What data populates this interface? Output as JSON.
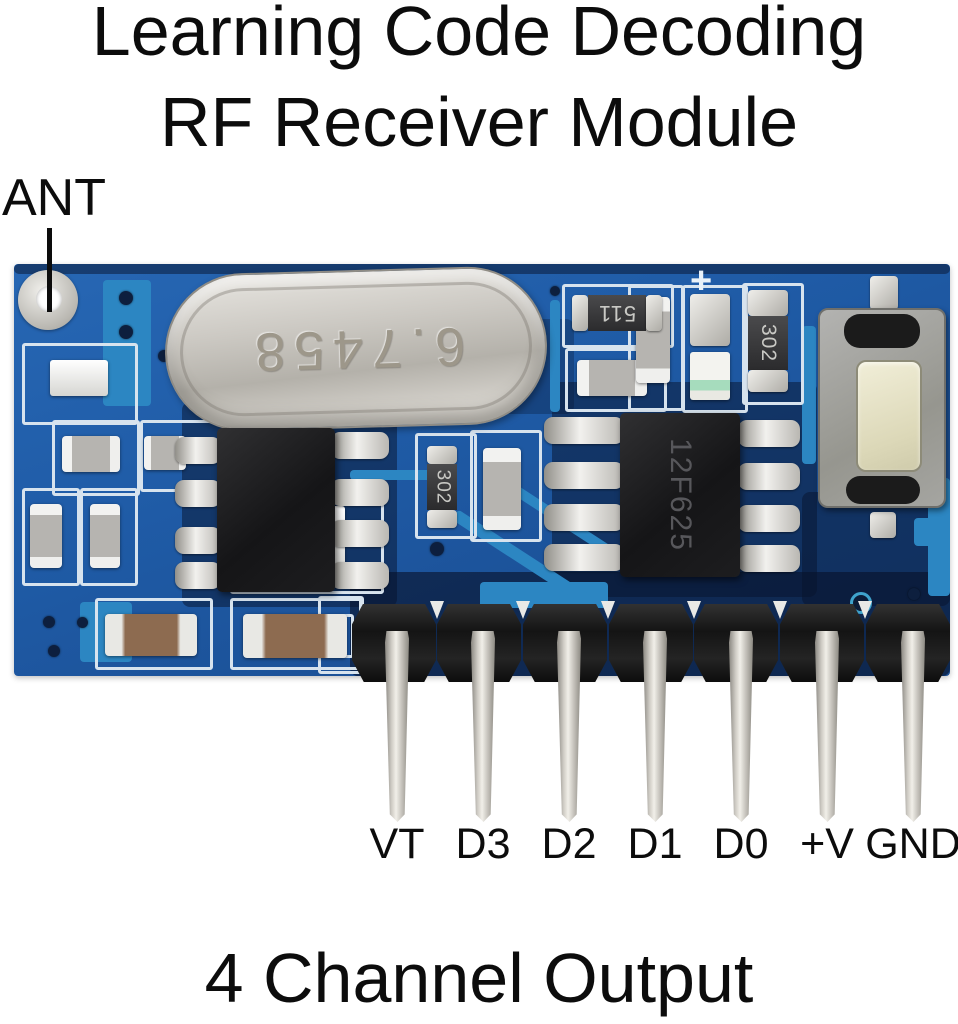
{
  "title": {
    "line1": "Learning Code Decoding",
    "line2": "RF Receiver Module"
  },
  "ant": {
    "label": "ANT"
  },
  "caption": {
    "text": "4 Channel Output"
  },
  "pins": {
    "labels": [
      "VT",
      "D3",
      "D2",
      "D1",
      "D0",
      "+V",
      "GND"
    ]
  },
  "board": {
    "crystal_marking": "6.7458",
    "mcu_marking": "12F625",
    "resistor_511": "511",
    "resistor_302_center": "302",
    "resistor_302_right": "302",
    "plus_mark": "+"
  },
  "colors": {
    "pcb_blue": "#1f5ba6",
    "pcb_dark_navy": "#0d1f3e",
    "pcb_teal": "#2c86c2",
    "silkscreen_white": "#d7e3ee",
    "solder_silver": "#d9d7d2",
    "ic_black": "#1b1b1d",
    "crystal_silver": "#ccc9c3",
    "button_cream": "#e9e5cb",
    "capacitor_brown": "#8d6b50",
    "header_black": "#181818",
    "text_black": "#0c0c0c",
    "background": "#ffffff"
  }
}
